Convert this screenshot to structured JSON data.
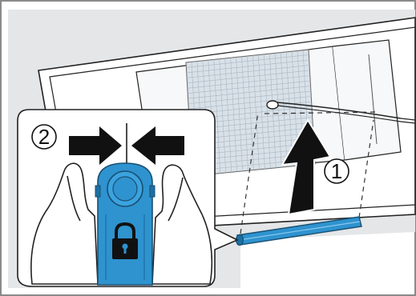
{
  "figure": {
    "step_labels": [
      "1",
      "2"
    ],
    "icons": [
      "filter-mesh",
      "up-arrow",
      "compress-arrows",
      "lock-icon",
      "seal-strip",
      "cable"
    ],
    "colors": {
      "background": "#e4e6e8",
      "frame": "#888888",
      "mesh": "#cfd8e0",
      "seal_blue": "#2e93cf",
      "seal_dark": "#1c6fa3",
      "ink": "#111111"
    }
  }
}
